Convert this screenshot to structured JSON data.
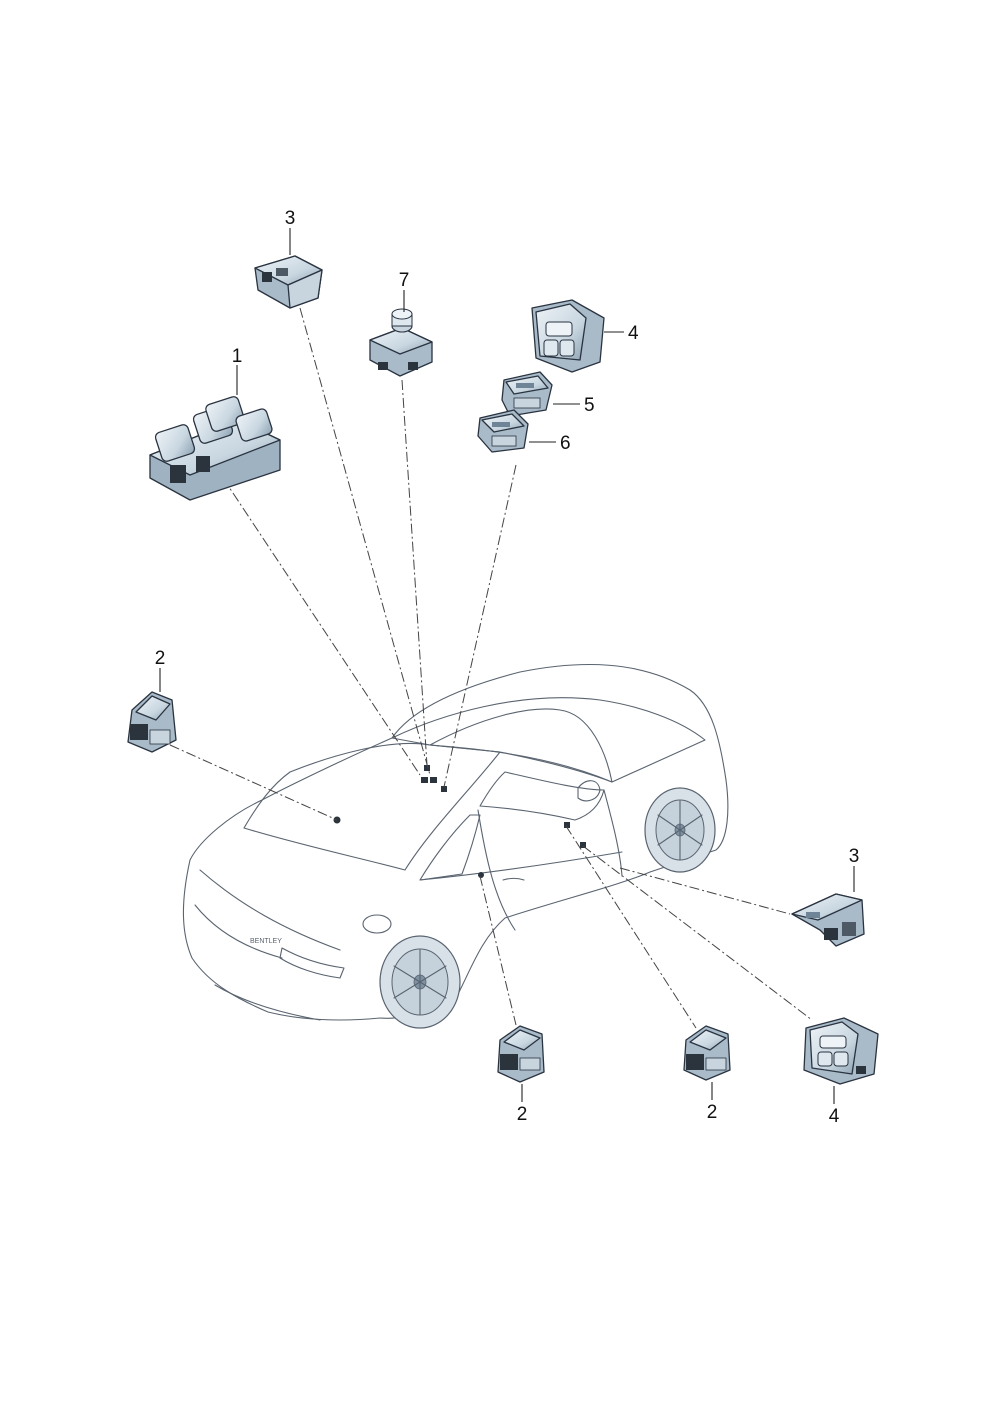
{
  "diagram": {
    "callouts": {
      "part_1": "1",
      "part_2": "2",
      "part_3": "3",
      "part_4": "4",
      "part_5": "5",
      "part_6": "6",
      "part_7": "7"
    },
    "car_badge_text": "BENTLEY",
    "colors": {
      "part_light": "#dde7ee",
      "part_mid": "#b8c9d6",
      "part_dark": "#6f8496",
      "part_black": "#1f262e",
      "car_glass": "#bccdd8",
      "car_body": "#f3f6f8"
    }
  }
}
